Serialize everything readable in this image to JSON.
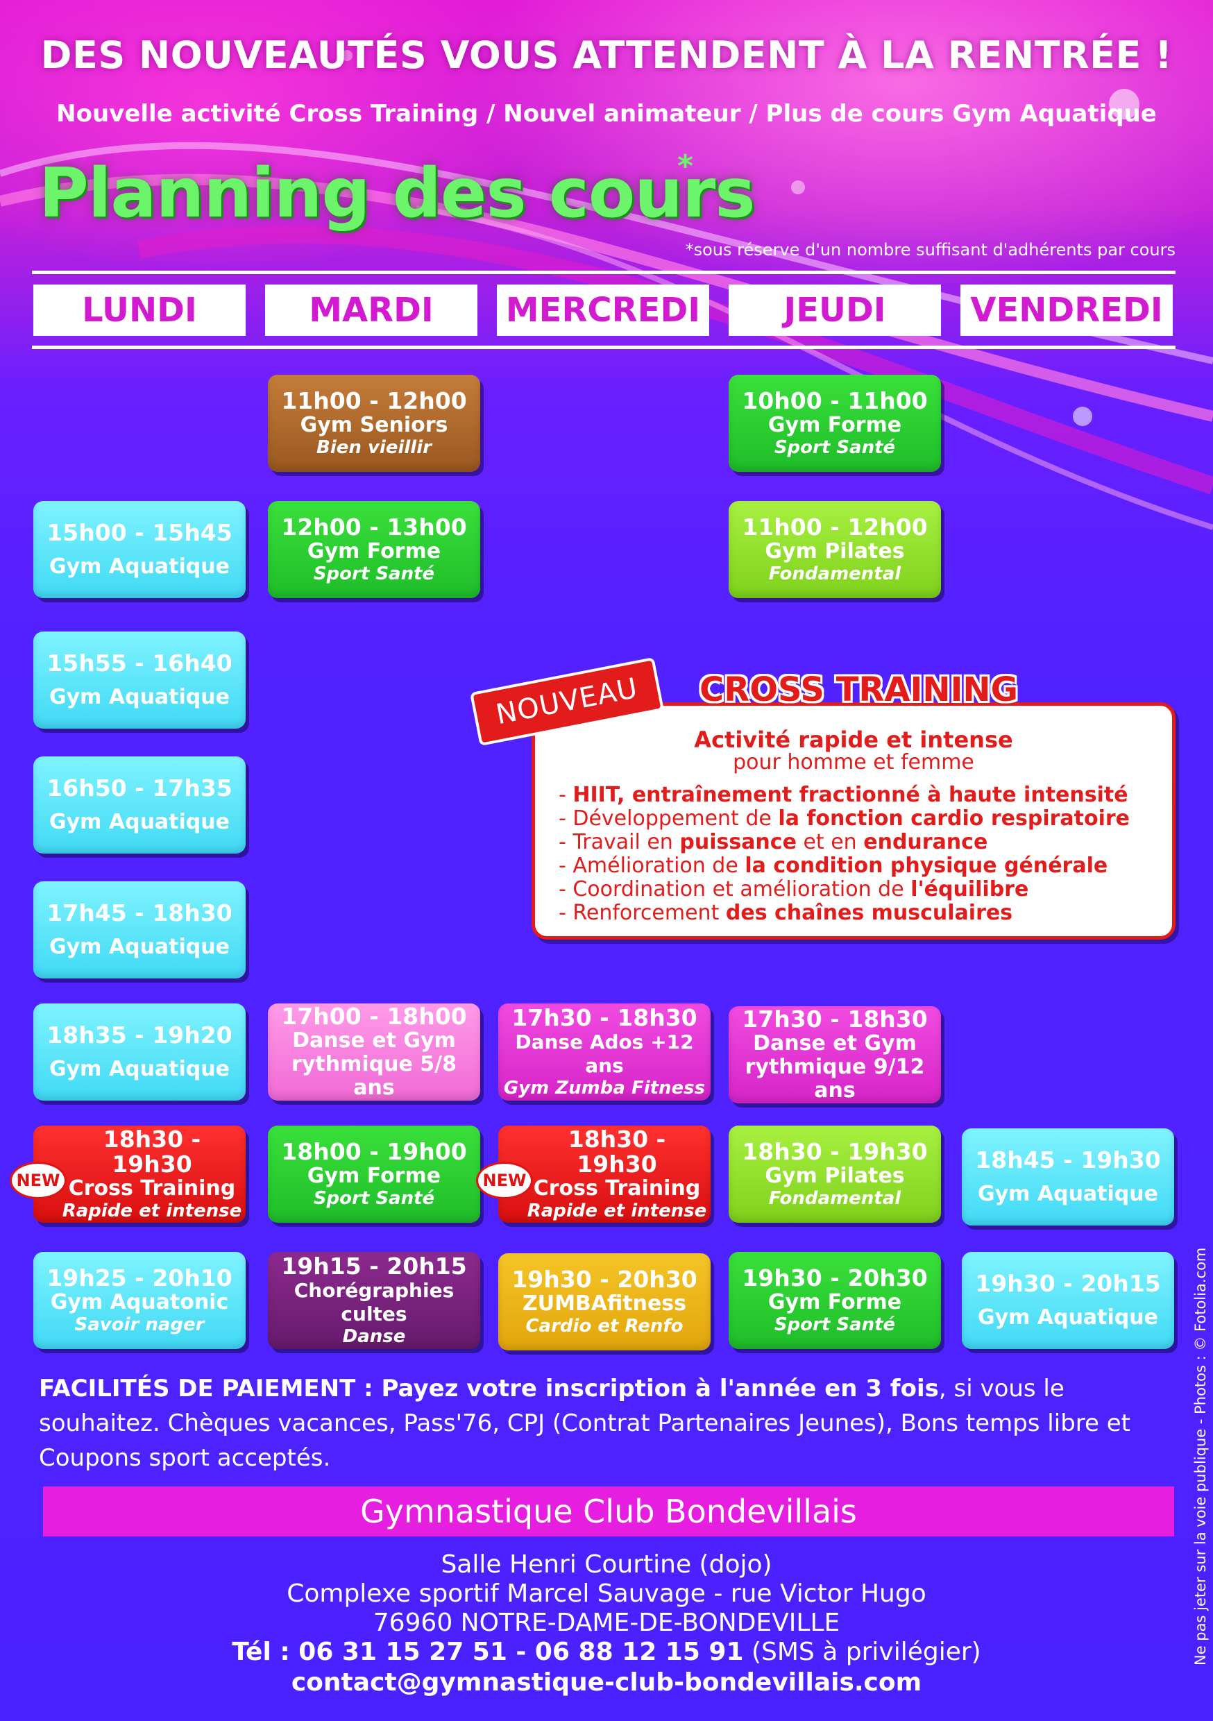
{
  "header": {
    "headline": "DES NOUVEAUTÉS VOUS ATTENDENT À LA RENTRÉE !",
    "subheadline": "Nouvelle activité Cross Training / Nouvel animateur / Plus de cours Gym Aquatique",
    "title": "Planning des cours",
    "title_mark": "*",
    "footnote": "*sous réserve d'un nombre suffisant d'adhérents par cours"
  },
  "days": [
    "LUNDI",
    "MARDI",
    "MERCREDI",
    "JEUDI",
    "VENDREDI"
  ],
  "badge_new": "NEW",
  "cards": [
    {
      "day": 1,
      "time": "11h00 - 12h00",
      "name": "Gym Seniors",
      "sub": "Bien vieillir",
      "color": "brown"
    },
    {
      "day": 3,
      "time": "10h00 - 11h00",
      "name": "Gym Forme",
      "sub": "Sport Santé",
      "color": "green"
    },
    {
      "day": 0,
      "time": "15h00 - 15h45",
      "name": "Gym Aquatique",
      "sub": "",
      "color": "cyan"
    },
    {
      "day": 1,
      "time": "12h00 - 13h00",
      "name": "Gym Forme",
      "sub": "Sport Santé",
      "color": "green"
    },
    {
      "day": 3,
      "time": "11h00 - 12h00",
      "name": "Gym Pilates",
      "sub": "Fondamental",
      "color": "lime"
    },
    {
      "day": 0,
      "time": "15h55 - 16h40",
      "name": "Gym Aquatique",
      "sub": "",
      "color": "cyan"
    },
    {
      "day": 0,
      "time": "16h50 - 17h35",
      "name": "Gym Aquatique",
      "sub": "",
      "color": "cyan"
    },
    {
      "day": 0,
      "time": "17h45 - 18h30",
      "name": "Gym Aquatique",
      "sub": "",
      "color": "cyan"
    },
    {
      "day": 0,
      "time": "18h35 - 19h20",
      "name": "Gym Aquatique",
      "sub": "",
      "color": "cyan"
    },
    {
      "day": 1,
      "time": "17h00 - 18h00",
      "name": "Danse et Gym",
      "sub": "rythmique 5/8 ans",
      "color": "pink"
    },
    {
      "day": 2,
      "time": "17h30 - 18h30",
      "name": "Danse Ados +12 ans",
      "sub": "Gym Zumba Fitness",
      "color": "magenta"
    },
    {
      "day": 3,
      "time": "17h30 - 18h30",
      "name": "Danse et Gym",
      "sub": "rythmique 9/12 ans",
      "color": "magenta"
    },
    {
      "day": 0,
      "time": "18h30 - 19h30",
      "name": "Cross Training",
      "sub": "Rapide et intense",
      "color": "red",
      "new": true
    },
    {
      "day": 1,
      "time": "18h00 - 19h00",
      "name": "Gym Forme",
      "sub": "Sport Santé",
      "color": "green"
    },
    {
      "day": 2,
      "time": "18h30 - 19h30",
      "name": "Cross Training",
      "sub": "Rapide et intense",
      "color": "red",
      "new": true
    },
    {
      "day": 3,
      "time": "18h30 - 19h30",
      "name": "Gym Pilates",
      "sub": "Fondamental",
      "color": "lime"
    },
    {
      "day": 4,
      "time": "18h45 - 19h30",
      "name": "Gym Aquatique",
      "sub": "",
      "color": "cyan"
    },
    {
      "day": 0,
      "time": "19h25 - 20h10",
      "name": "Gym Aquatonic",
      "sub": "Savoir nager",
      "color": "cyan"
    },
    {
      "day": 1,
      "time": "19h15 - 20h15",
      "name": "Chorégraphies cultes",
      "sub": "Danse",
      "color": "purple"
    },
    {
      "day": 2,
      "time": "19h30 - 20h30",
      "name": "ZUMBAfitness",
      "sub": "Cardio et Renfo",
      "color": "yellow"
    },
    {
      "day": 3,
      "time": "19h30 - 20h30",
      "name": "Gym Forme",
      "sub": "Sport Santé",
      "color": "green"
    },
    {
      "day": 4,
      "time": "19h30 - 20h15",
      "name": "Gym Aquatique",
      "sub": "",
      "color": "cyan"
    }
  ],
  "cross_training": {
    "ribbon": "NOUVEAU",
    "title": "CROSS TRAINING",
    "intro_bold": "Activité rapide et intense",
    "intro": "pour homme et femme",
    "items": [
      {
        "pre": "- ",
        "bold": "HIIT, entraînement fractionné à haute intensité",
        "post": ""
      },
      {
        "pre": "- Développement de ",
        "bold": "la fonction cardio respiratoire",
        "post": ""
      },
      {
        "pre": "- Travail en ",
        "bold": "puissance",
        "mid": " et en ",
        "bold2": "endurance",
        "post": ""
      },
      {
        "pre": "- Amélioration de ",
        "bold": "la condition physique générale",
        "post": ""
      },
      {
        "pre": "- Coordination et amélioration de ",
        "bold": "l'équilibre",
        "post": ""
      },
      {
        "pre": "- Renforcement ",
        "bold": "des chaînes musculaires",
        "post": ""
      }
    ]
  },
  "payment": {
    "bold": "FACILITÉS DE PAIEMENT : Payez votre inscription à l'année en 3 fois",
    "rest": ", si vous le souhaitez. Chèques vacances, Pass'76, CPJ (Contrat Partenaires Jeunes), Bons temps libre et Coupons sport acceptés."
  },
  "club": {
    "name": "Gymnastique Club Bondevillais",
    "address1": "Salle Henri Courtine (dojo)",
    "address2": "Complexe sportif Marcel Sauvage - rue Victor Hugo",
    "address3": "76960 NOTRE-DAME-DE-BONDEVILLE",
    "phone_bold": "Tél : 06 31 15 27 51 - 06 88 12 15 91",
    "phone_note": " (SMS à privilégier)",
    "email": "contact@gymnastique-club-bondevillais.com"
  },
  "credit": "Ne pas jeter sur la voie publique - Photos : © Fotolia.com"
}
